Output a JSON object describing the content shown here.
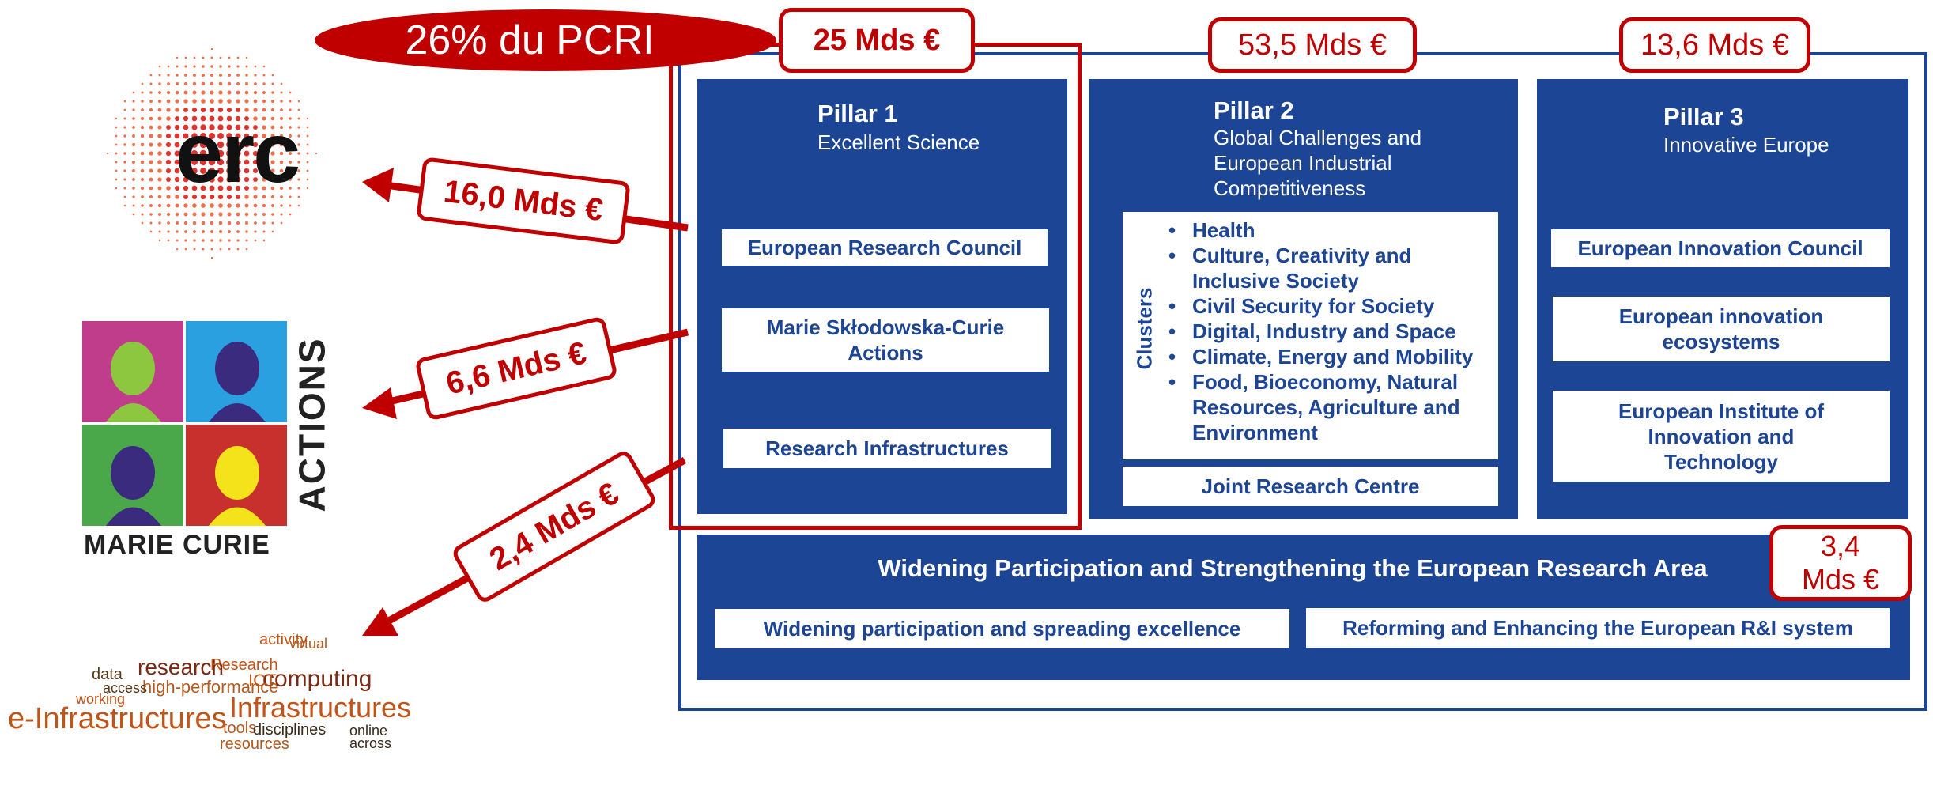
{
  "header": {
    "share_label": "26% du PCRI",
    "pillar1_budget": "25 Mds €",
    "pillar2_budget": "53,5 Mds €",
    "pillar3_budget": "13,6 Mds €"
  },
  "pillar1": {
    "title": "Pillar 1",
    "subtitle": "Excellent Science",
    "items": [
      "European Research Council",
      "Marie Skłodowska-Curie Actions",
      "Research Infrastructures"
    ]
  },
  "pillar2": {
    "title": "Pillar 2",
    "subtitle_lines": [
      "Global Challenges and",
      "European Industrial",
      "Competitiveness"
    ],
    "clusters_label": "Clusters",
    "clusters": [
      "Health",
      "Culture, Creativity and Inclusive Society",
      "Civil Security for Society",
      "Digital, Industry and Space",
      "Climate, Energy and Mobility",
      "Food, Bioeconomy, Natural Resources, Agriculture and Environment"
    ],
    "jrc": "Joint Research Centre"
  },
  "pillar3": {
    "title": "Pillar 3",
    "subtitle": "Innovative Europe",
    "items": [
      "European Innovation Council",
      "European innovation ecosystems",
      "European Institute of Innovation and Technology"
    ]
  },
  "widening": {
    "title": "Widening Participation and Strengthening the European Research Area",
    "budget_line1": "3,4",
    "budget_line2": "Mds €",
    "items": [
      "Widening participation and spreading excellence",
      "Reforming and Enhancing the European R&I system"
    ]
  },
  "arrows": {
    "erc_amount": "16,0 Mds €",
    "msca_amount": "6,6 Mds €",
    "ri_amount": "2,4 Mds €"
  },
  "logos": {
    "erc_text": "erc",
    "msca_text_bottom": "MARIE CURIE",
    "msca_text_side": "ACTIONS",
    "wordcloud_words": [
      "e-Infrastructures",
      "Infrastructures",
      "computing",
      "research",
      "high-performance",
      "data",
      "access",
      "Research",
      "ICT",
      "working",
      "tools",
      "disciplines",
      "resources",
      "online",
      "across",
      "activity",
      "virtual"
    ]
  },
  "colors": {
    "pillar_blue": "#1c4595",
    "accent_red": "#c00000"
  }
}
